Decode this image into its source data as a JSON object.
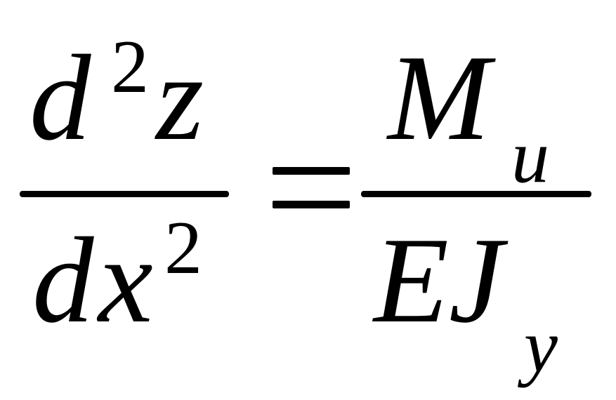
{
  "equation": {
    "left": {
      "numerator": {
        "d": "d",
        "power": "2",
        "var": "z"
      },
      "denominator": {
        "d": "d",
        "var": "x",
        "power": "2"
      }
    },
    "operator": "=",
    "right": {
      "numerator": {
        "symbol": "M",
        "subscript": "u"
      },
      "denominator": {
        "symbol": "EJ",
        "subscript": "y"
      }
    }
  }
}
